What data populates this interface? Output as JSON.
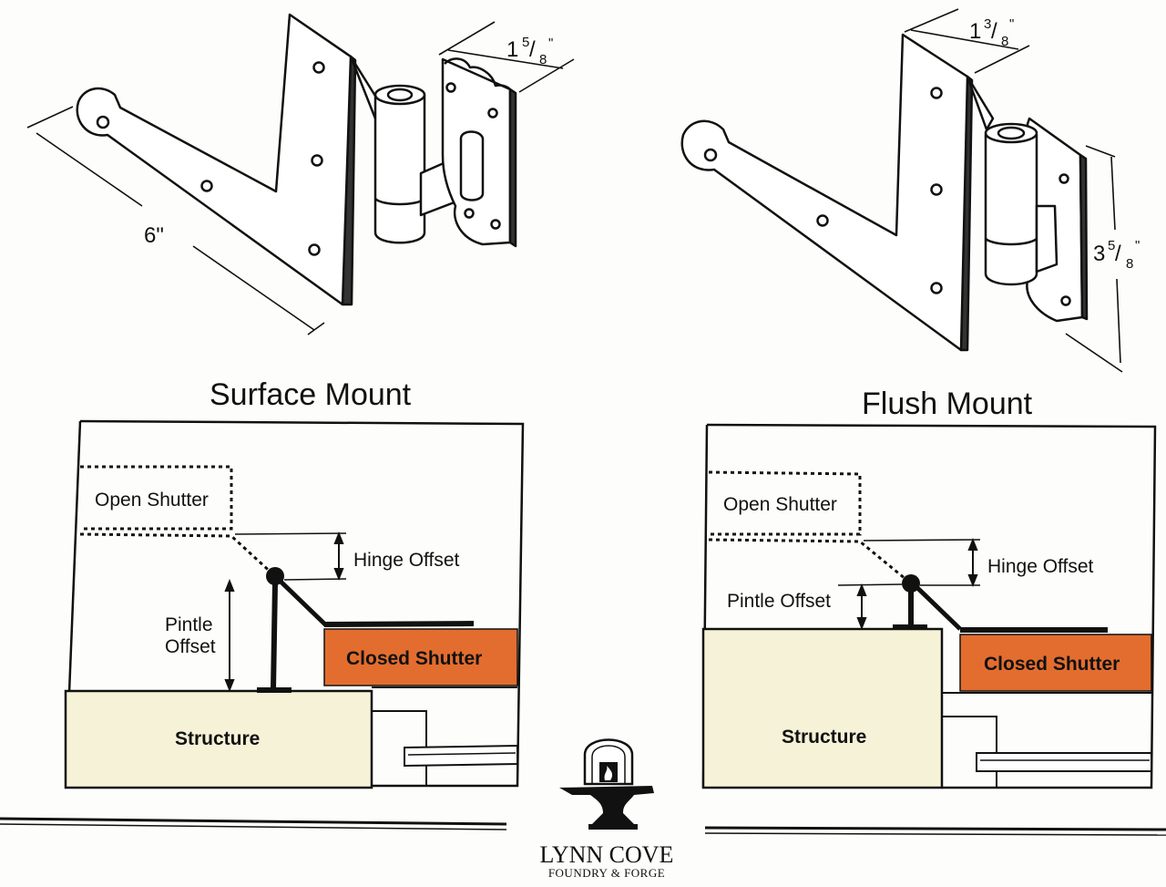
{
  "colors": {
    "closed_shutter": "#e36d2f",
    "structure": "#f5f2d7",
    "line": "#111111",
    "background": "#fdfdfb"
  },
  "top_left_hinge": {
    "length_dim": "6\"",
    "width_dim_whole": "1",
    "width_dim_num": "5",
    "width_dim_den": "8",
    "width_dim_quote": "\""
  },
  "top_right_hinge": {
    "width_dim_whole": "1",
    "width_dim_num": "3",
    "width_dim_den": "8",
    "width_dim_quote": "\"",
    "height_dim_whole": "3",
    "height_dim_num": "5",
    "height_dim_den": "8",
    "height_dim_quote": "\""
  },
  "surface_mount": {
    "title": "Surface Mount",
    "open_shutter": "Open Shutter",
    "hinge_offset": "Hinge Offset",
    "pintle_offset_line1": "Pintle",
    "pintle_offset_line2": "Offset",
    "closed_shutter": "Closed Shutter",
    "structure": "Structure"
  },
  "flush_mount": {
    "title": "Flush Mount",
    "open_shutter": "Open Shutter",
    "hinge_offset": "Hinge Offset",
    "pintle_offset": "Pintle Offset",
    "closed_shutter": "Closed Shutter",
    "structure": "Structure"
  },
  "logo": {
    "name": "LYNN COVE",
    "tagline": "FOUNDRY & FORGE",
    "icon": "anvil-forge-icon"
  }
}
